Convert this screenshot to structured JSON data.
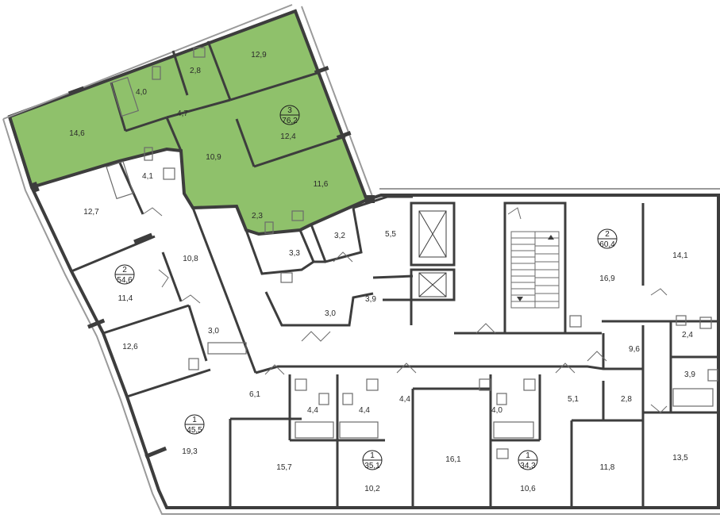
{
  "colors": {
    "selected_fill": "#8fc16b",
    "wall": "#3d3d3d",
    "thin_line": "#6b6b6b",
    "window": "#9a9a9a"
  },
  "apartments": [
    {
      "id": "apt-3-76",
      "rooms": "3",
      "area": "76,2"
    },
    {
      "id": "apt-2-54",
      "rooms": "2",
      "area": "54,6"
    },
    {
      "id": "apt-1-45",
      "rooms": "1",
      "area": "45,5"
    },
    {
      "id": "apt-1-35",
      "rooms": "1",
      "area": "35,1"
    },
    {
      "id": "apt-1-34",
      "rooms": "1",
      "area": "34,3"
    },
    {
      "id": "apt-2-60",
      "rooms": "2",
      "area": "60,4"
    }
  ],
  "rooms": [
    {
      "area": "12,9"
    },
    {
      "area": "2,8"
    },
    {
      "area": "4,0"
    },
    {
      "area": "4,7"
    },
    {
      "area": "12,4"
    },
    {
      "area": "14,6"
    },
    {
      "area": "10,9"
    },
    {
      "area": "4,1"
    },
    {
      "area": "11,6"
    },
    {
      "area": "2,3"
    },
    {
      "area": "12,7"
    },
    {
      "area": "3,2"
    },
    {
      "area": "5,5"
    },
    {
      "area": "3,3"
    },
    {
      "area": "10,8"
    },
    {
      "area": "11,4"
    },
    {
      "area": "3,9"
    },
    {
      "area": "3,0"
    },
    {
      "area": "12,6"
    },
    {
      "area": "3,0"
    },
    {
      "area": "14,1"
    },
    {
      "area": "16,9"
    },
    {
      "area": "9,6"
    },
    {
      "area": "2,4"
    },
    {
      "area": "3,9"
    },
    {
      "area": "6,1"
    },
    {
      "area": "4,4"
    },
    {
      "area": "4,4"
    },
    {
      "area": "4,4"
    },
    {
      "area": "4,0"
    },
    {
      "area": "5,1"
    },
    {
      "area": "2,8"
    },
    {
      "area": "19,3"
    },
    {
      "area": "15,7"
    },
    {
      "area": "16,1"
    },
    {
      "area": "10,2"
    },
    {
      "area": "10,6"
    },
    {
      "area": "11,8"
    },
    {
      "area": "13,5"
    }
  ]
}
